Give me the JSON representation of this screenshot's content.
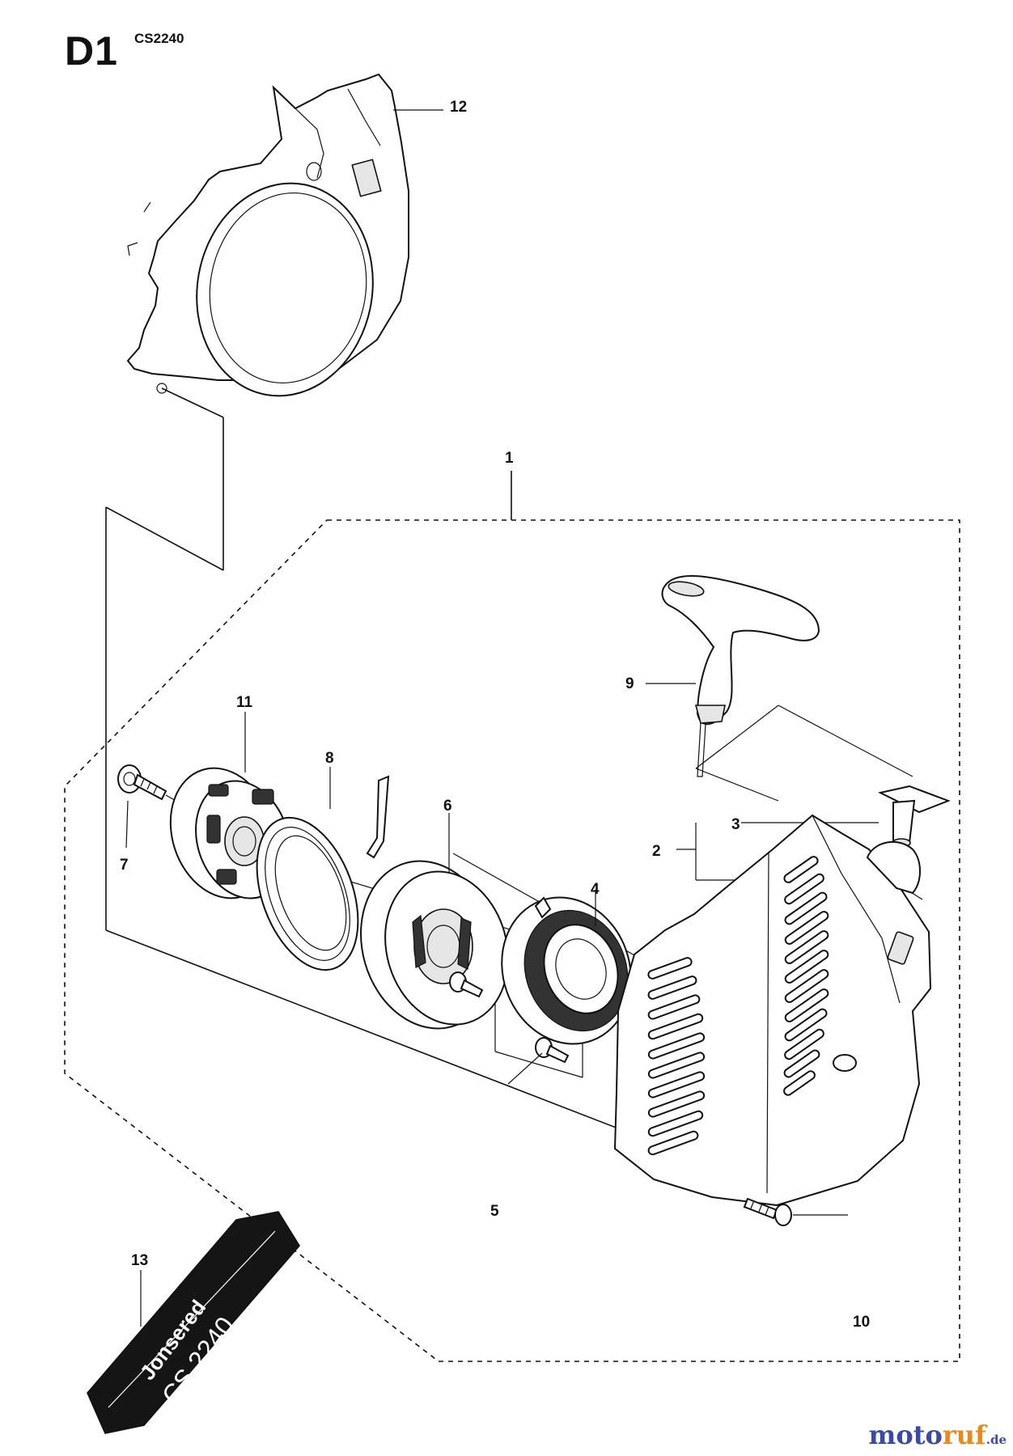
{
  "header": {
    "diagram_code": "D1",
    "model": "CS2240"
  },
  "callouts": {
    "c1": "1",
    "c2": "2",
    "c3": "3",
    "c4": "4",
    "c5": "5",
    "c6": "6",
    "c7": "7",
    "c8": "8",
    "c9": "9",
    "c10": "10",
    "c11": "11",
    "c12": "12",
    "c13": "13"
  },
  "decal": {
    "brand": "Jonsered",
    "model_text": "CS 2240"
  },
  "watermark": {
    "brand_part1": "moto",
    "brand_part2": "ruf",
    "tld": ".de",
    "color_blue": "#3b4aa8",
    "color_orange": "#e8891d"
  }
}
